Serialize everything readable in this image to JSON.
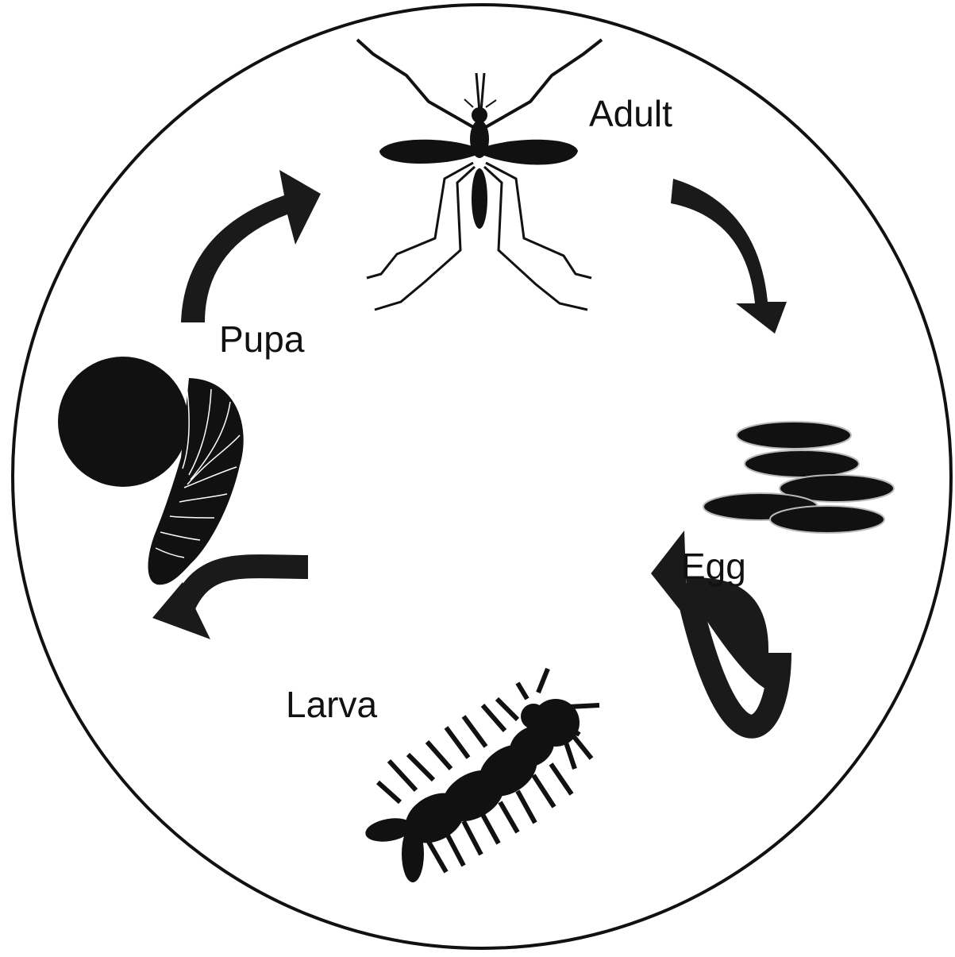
{
  "diagram": {
    "stages": {
      "adult": {
        "label": "Adult",
        "icon": "mosquito-icon"
      },
      "egg": {
        "label": "Egg",
        "icon": "eggs-icon"
      },
      "larva": {
        "label": "Larva",
        "icon": "larva-icon"
      },
      "pupa": {
        "label": "Pupa",
        "icon": "pupa-icon"
      }
    },
    "cycle_order": [
      "Adult",
      "Egg",
      "Larva",
      "Pupa"
    ],
    "colors": {
      "ink": "#111111",
      "background": "#ffffff"
    }
  }
}
